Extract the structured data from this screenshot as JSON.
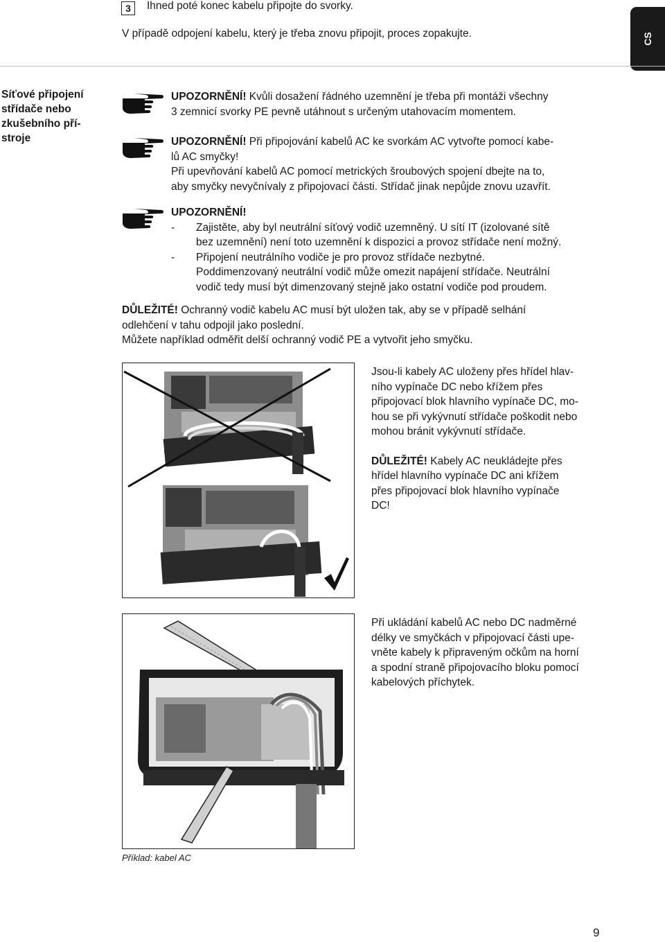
{
  "header": {
    "step_number": "3",
    "step_text": "Ihned poté konec kabelu připojte do svorky.",
    "repeat_text": "V případě odpojení kabelu, který je třeba znovu připojit, proces zopakujte.",
    "lang_tab": "CS"
  },
  "sidebar": {
    "heading_lines": [
      "Síťové připojení",
      "střídače nebo",
      "zkušebního pří-",
      "stroje"
    ]
  },
  "warnings": [
    {
      "icon": "pointing-hand-icon",
      "title": "UPOZORNĚNÍ!",
      "lines": [
        " Kvůli dosažení řádného uzemnění je třeba při montáži všechny",
        "3 zemnicí svorky PE pevně utáhnout s určeným utahovacím momentem."
      ]
    },
    {
      "icon": "pointing-hand-icon",
      "title": "UPOZORNĚNÍ!",
      "lines": [
        " Při připojování kabelů AC ke svorkám AC vytvořte pomocí kabe-",
        "lů AC smyčky!",
        "Při upevňování kabelů AC pomocí metrických šroubových spojení dbejte na to,",
        "aby smyčky nevyčnívaly z připojovací části. Střídač jinak nepůjde znovu uzavřít."
      ]
    },
    {
      "icon": "pointing-hand-icon",
      "title": "UPOZORNĚNÍ!",
      "bullets": [
        {
          "dash": "-",
          "lines": [
            "Zajistěte, aby byl neutrální síťový vodič uzemněný. U sítí IT (izolované sítě",
            "bez uzemnění) není toto uzemnění k dispozici a provoz střídače není možný."
          ]
        },
        {
          "dash": "-",
          "lines": [
            "Připojení neutrálního vodiče je pro provoz střídače nezbytné.",
            "Poddimenzovaný neutrální vodič může omezit napájení střídače. Neutrální",
            "vodič tedy musí být dimenzovaný stejně jako ostatní vodiče pod proudem."
          ]
        }
      ]
    }
  ],
  "important1": {
    "title": "DŮLEŽITÉ!",
    "lines": [
      " Ochranný vodič kabelu AC musí být uložen tak, aby se v případě selhání",
      "odlehčení v tahu odpojil jako poslední.",
      "Můžete například odměřit delší ochranný vodič PE a vytvořit jeho smyčku."
    ]
  },
  "figure1_text": {
    "lines": [
      "Jsou-li kabely AC uloženy přes hřídel hlav-",
      "ního vypínače DC nebo křížem přes",
      "připojovací blok hlavního vypínače DC, mo-",
      "hou se při vykývnutí střídače poškodit nebo",
      "mohou bránit vykývnutí střídače."
    ],
    "important_title": "DŮLEŽITÉ!",
    "important_lines": [
      " Kabely AC neukládejte přes",
      "hřídel hlavního vypínače DC ani křížem",
      "přes připojovací blok hlavního vypínače",
      "DC!"
    ]
  },
  "figure2_text": {
    "lines": [
      "Při ukládání kabelů AC nebo DC nadměrné",
      "délky ve smyčkách v připojovací části upe-",
      "vněte kabely k připraveným očkům na horní",
      "a spodní straně připojovacího bloku pomocí",
      "kabelových příchytek."
    ]
  },
  "caption": "Příklad: kabel AC",
  "page_number": "9"
}
